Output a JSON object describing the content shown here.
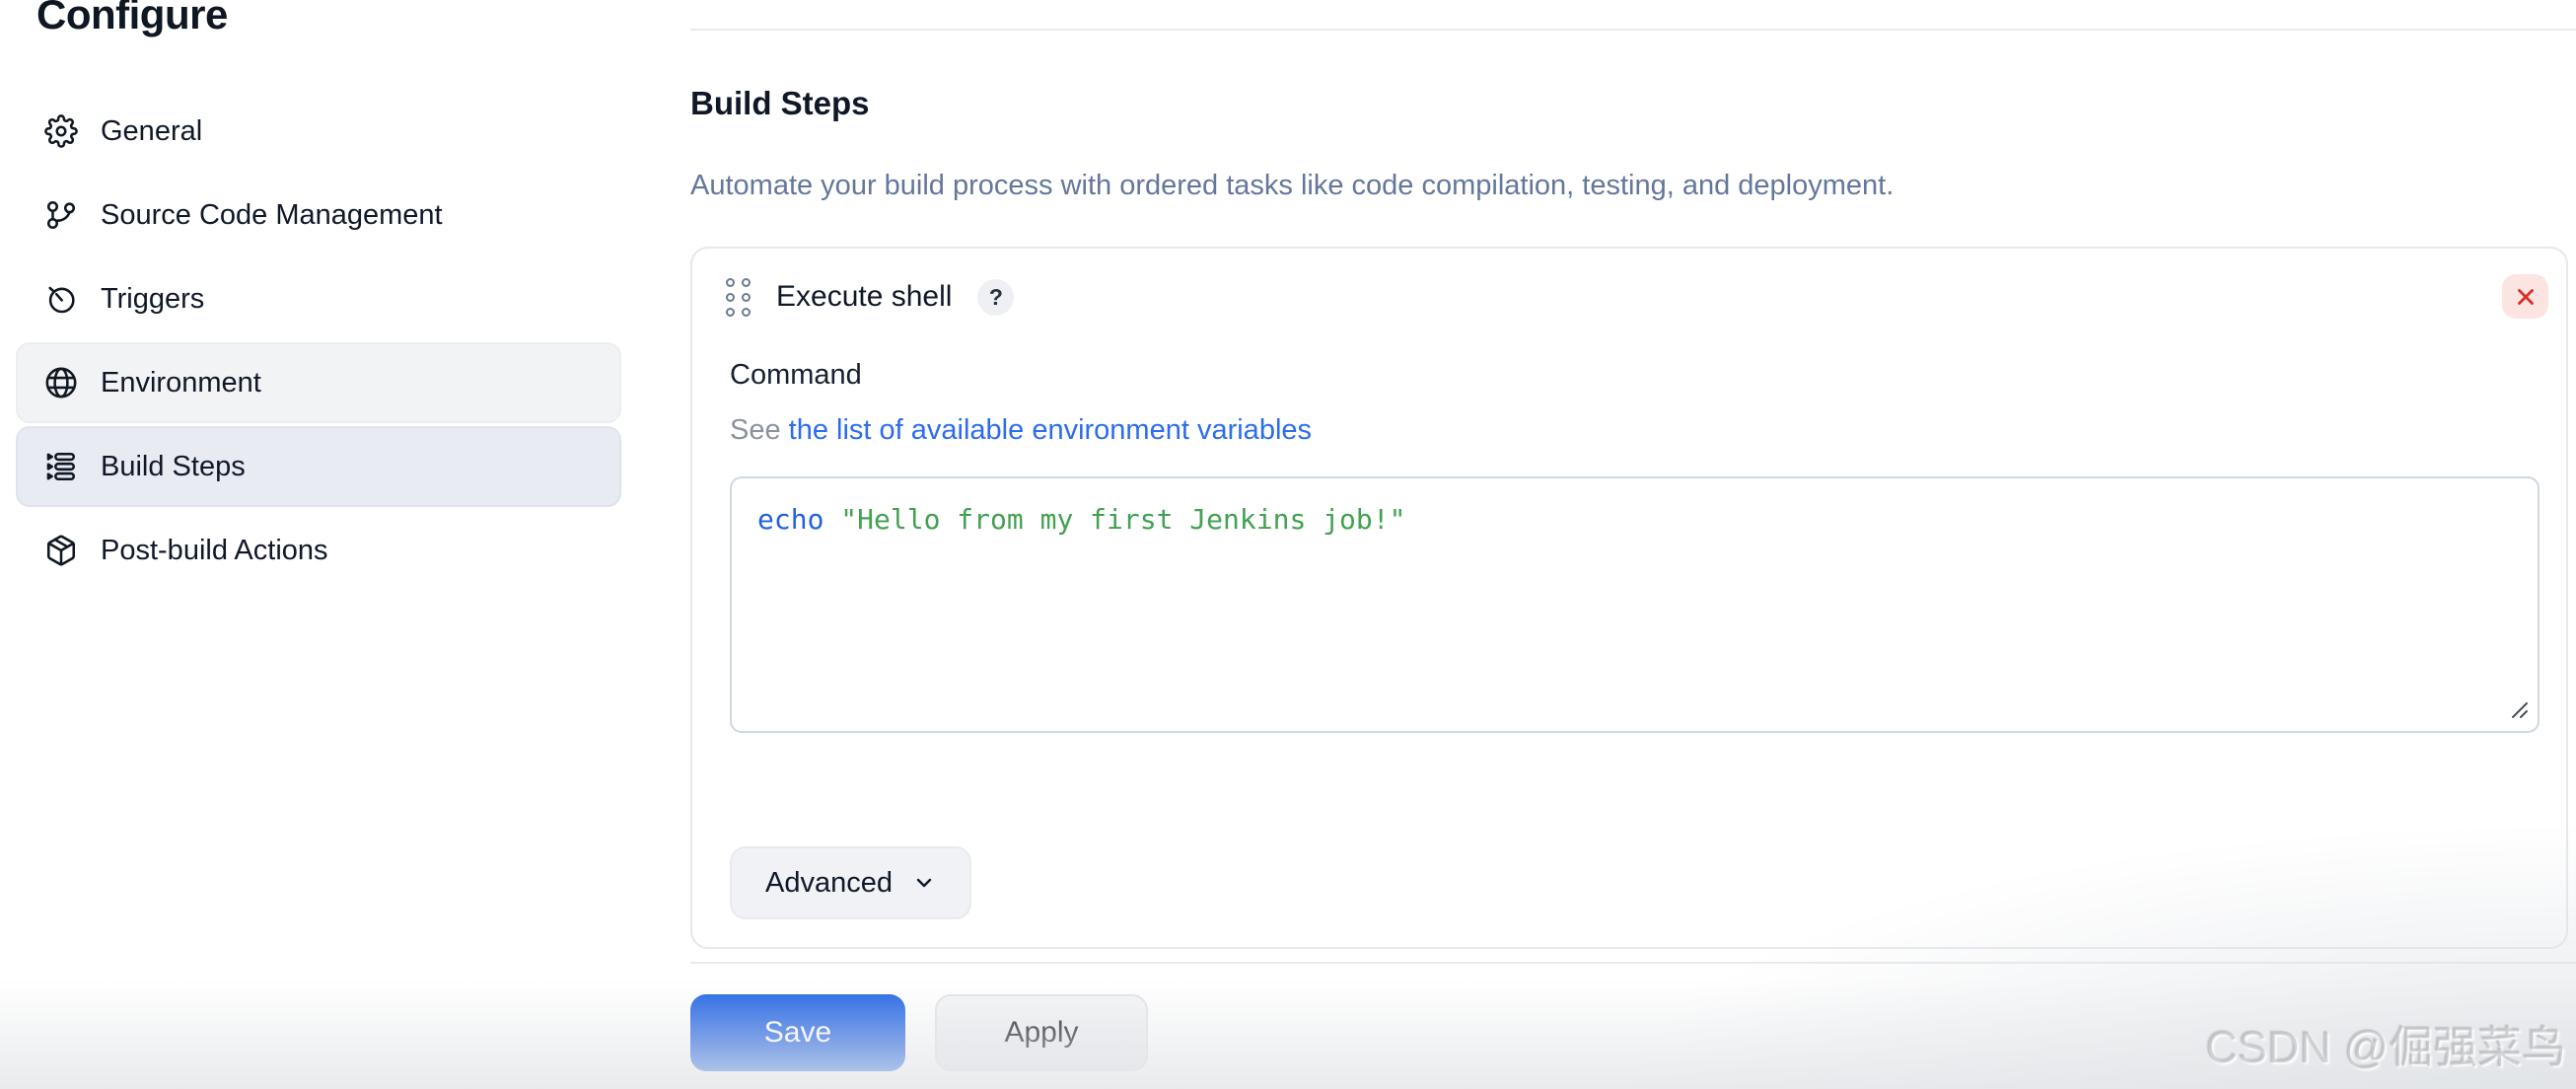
{
  "page_title": "Configure",
  "sidebar": {
    "items": [
      {
        "label": "General",
        "icon": "gear-icon"
      },
      {
        "label": "Source Code Management",
        "icon": "git-branch-icon"
      },
      {
        "label": "Triggers",
        "icon": "timer-icon"
      },
      {
        "label": "Environment",
        "icon": "globe-icon"
      },
      {
        "label": "Build Steps",
        "icon": "build-list-icon"
      },
      {
        "label": "Post-build Actions",
        "icon": "package-icon"
      }
    ]
  },
  "main": {
    "section_title": "Build Steps",
    "section_description": "Automate your build process with ordered tasks like code compilation, testing, and deployment.",
    "step_card": {
      "title": "Execute shell",
      "help_label": "?",
      "command_label": "Command",
      "see_prefix": "See ",
      "env_link_text": "the list of available environment variables",
      "command_keyword": "echo",
      "command_string": " \"Hello from my first Jenkins job!\"",
      "advanced_label": "Advanced"
    },
    "save_label": "Save",
    "apply_label": "Apply"
  },
  "watermark": "CSDN @倔强菜鸟",
  "colors": {
    "accent_blue": "#2264e4",
    "link_blue": "#2b6cf0",
    "code_keyword_blue": "#2160e4",
    "code_string_green": "#42a152",
    "danger_red": "#d93025",
    "danger_bg": "#fbe4e1",
    "active_row_bg": "#e8ebf2",
    "hover_row_bg": "#f2f3f5"
  }
}
